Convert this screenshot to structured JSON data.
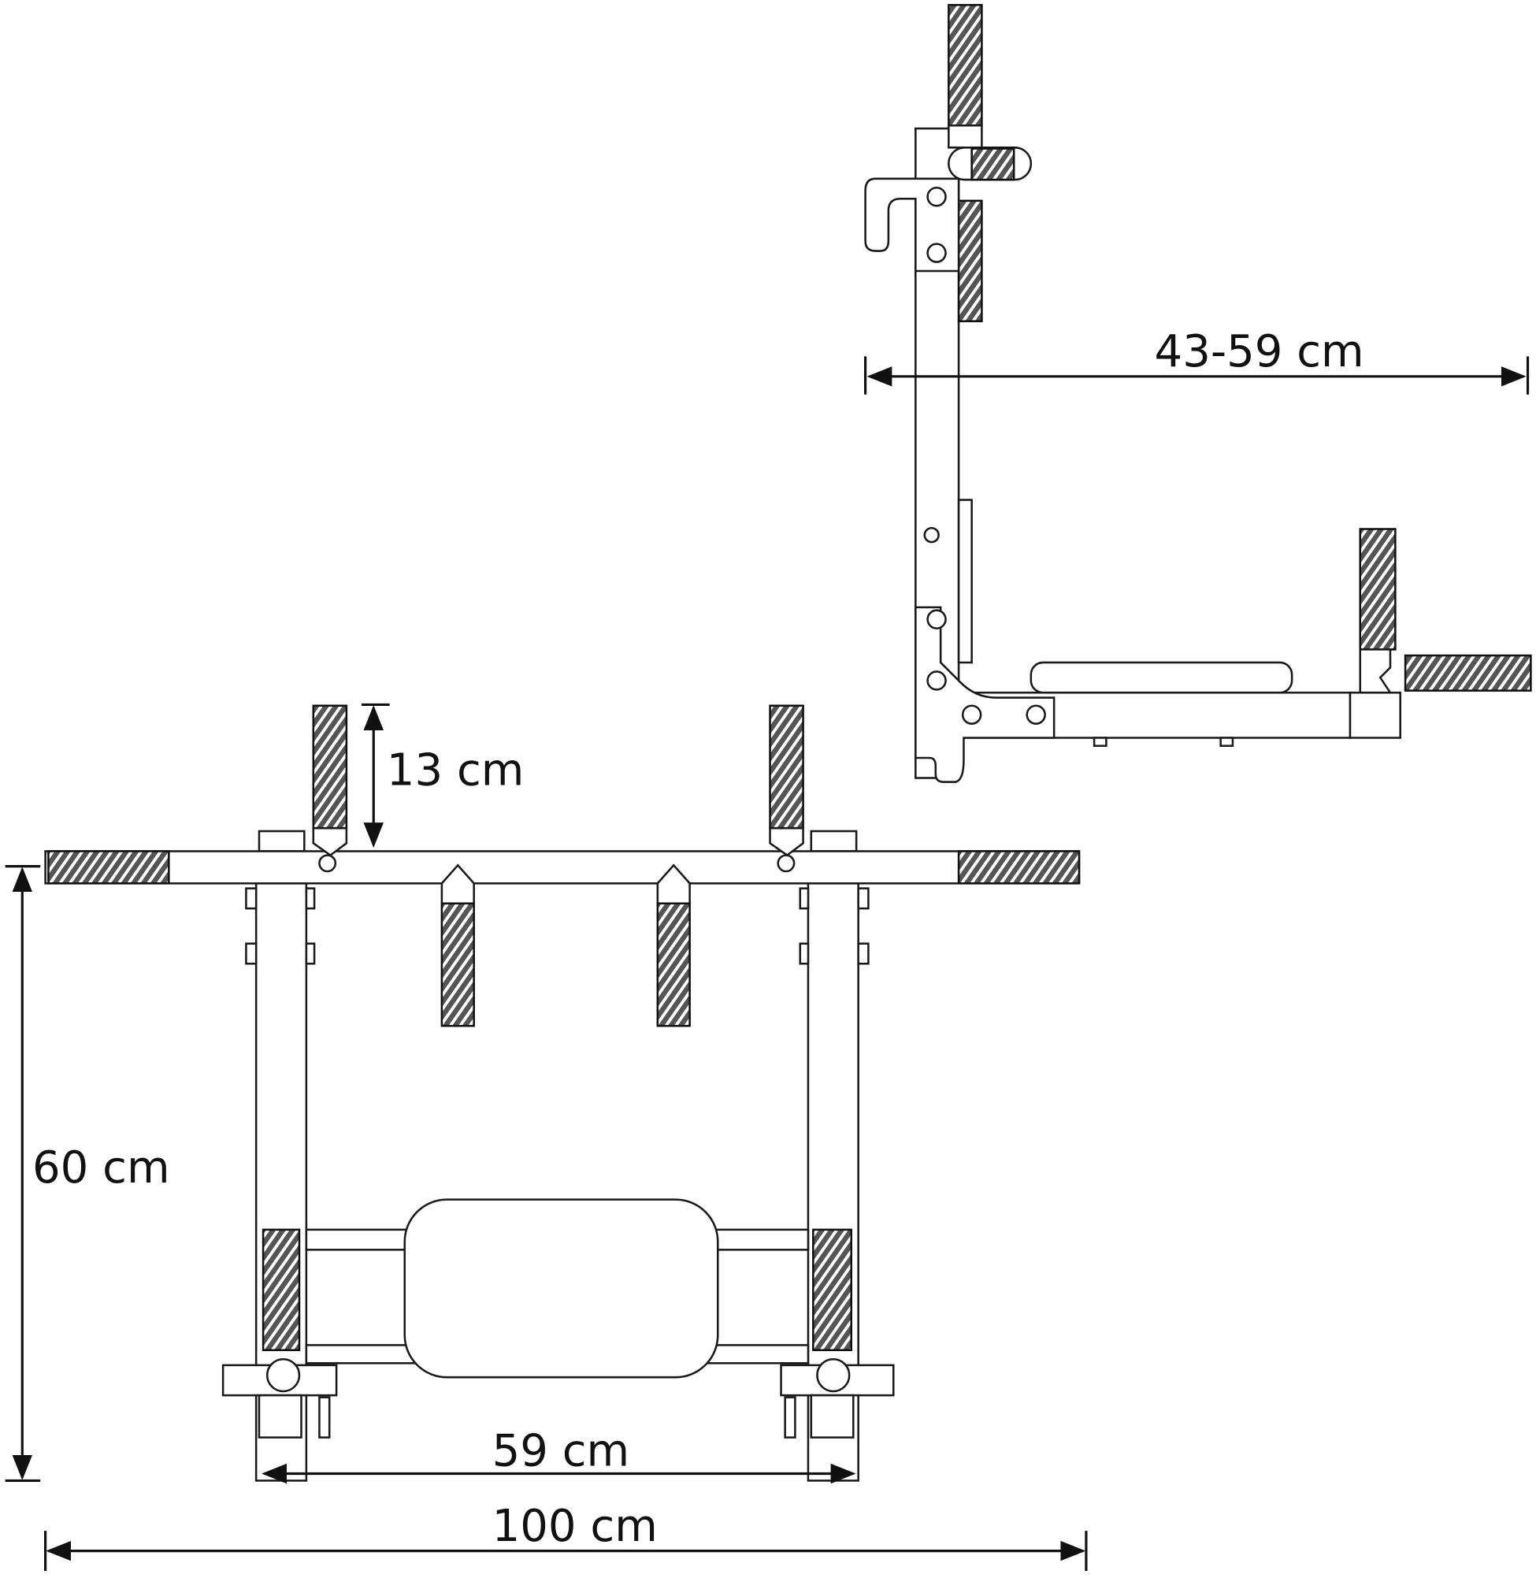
{
  "diagram": {
    "front_view": {
      "dimensions": {
        "grip_height": "13 cm",
        "height": "60 cm",
        "inner_width": "59 cm",
        "total_width": "100 cm"
      }
    },
    "side_view": {
      "dimensions": {
        "depth_range": "43-59 cm"
      }
    },
    "colors": {
      "line": "#1a1a1a",
      "background": "#ffffff"
    }
  }
}
